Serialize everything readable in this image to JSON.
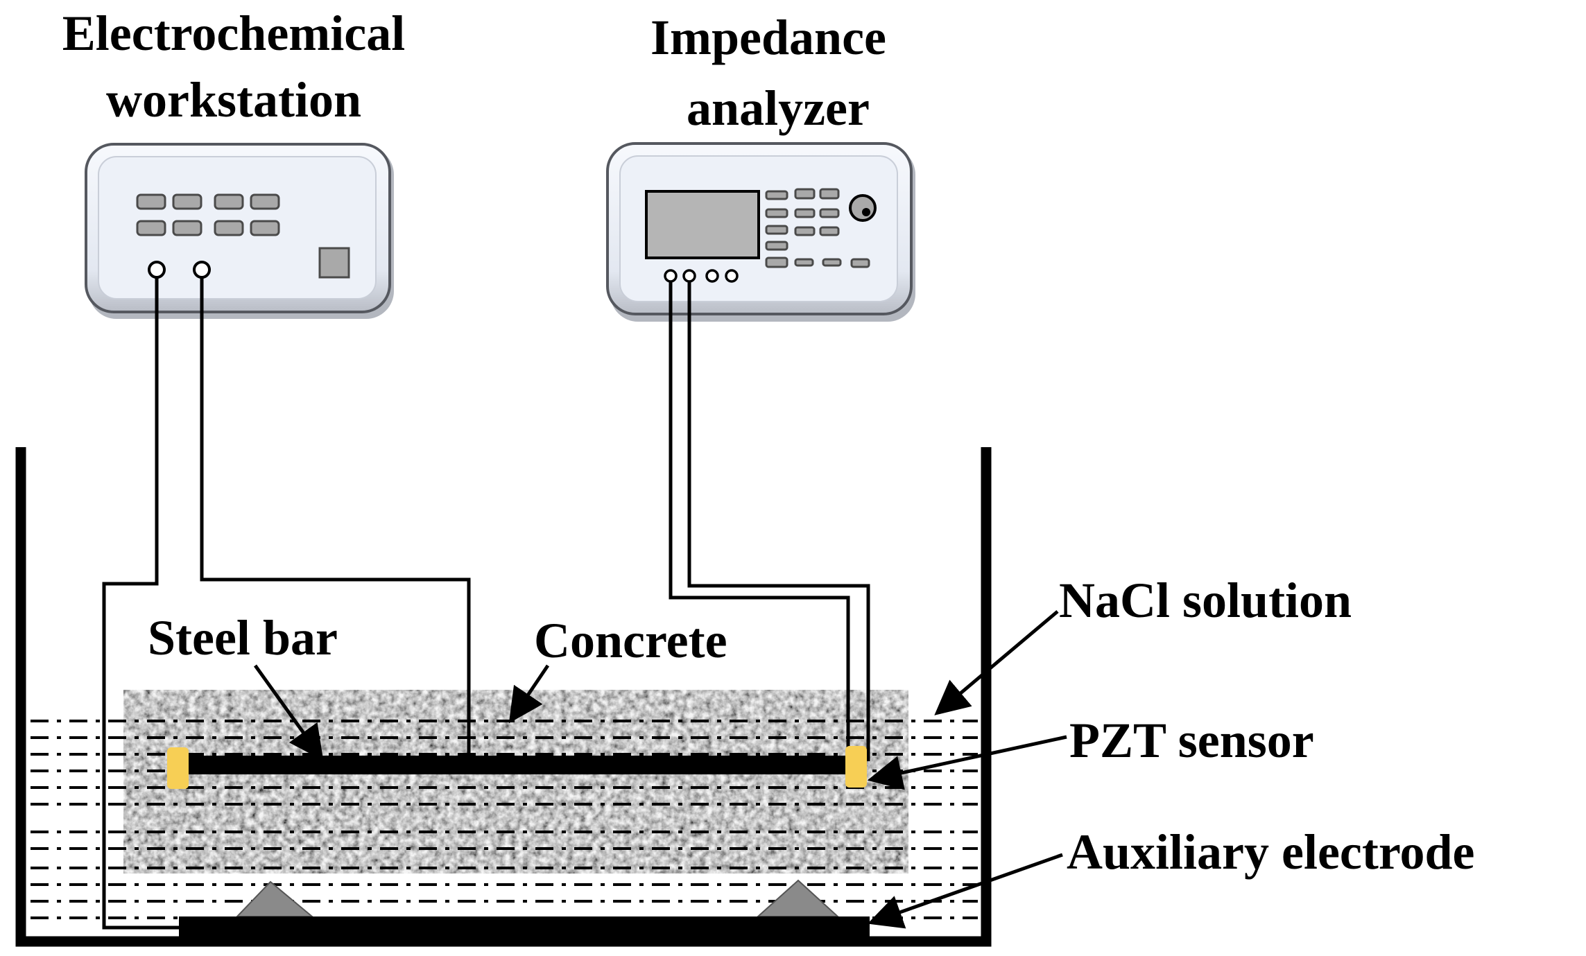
{
  "labels": {
    "electrochemical_line1": "Electrochemical",
    "electrochemical_line2": "workstation",
    "impedance_line1": "Impedance",
    "impedance_line2": "analyzer",
    "steel_bar": "Steel bar",
    "concrete": "Concrete",
    "nacl": "NaCl solution",
    "pzt": "PZT sensor",
    "auxiliary": "Auxiliary electrode"
  },
  "colors": {
    "device_body": "#e8ecf4",
    "device_edge": "#55585f",
    "button": "#a9a9a9",
    "screen": "#b5b5b5",
    "concrete_base": "#9d9d9d",
    "pzt": "#f7cf55",
    "support": "#8a8a8a",
    "line": "#000000"
  }
}
